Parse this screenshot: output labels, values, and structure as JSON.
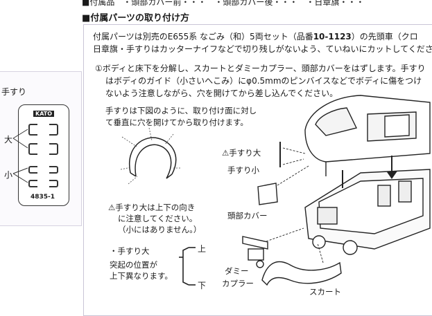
{
  "header": {
    "top_row_fragment": "■付属品　・頭部カバー前・・・　・頭部カバー後・・・　・日章旗・・・",
    "section_title": "■付属パーツの取り付け方"
  },
  "intro": {
    "line1_prefix": "付属パーツは別売のE655系 なごみ（和）5両セット（品番",
    "line1_code": "10-1123",
    "line1_suffix": "）の先頭車（クロ",
    "line2": "日章旗・手すりはカッターナイフなどで切り残しがないよう、ていねいにカットしてくださ"
  },
  "step1": {
    "line1": "①ボディと床下を分解し、スカートとダミーカプラー、頭部カバーをはずします。手すり",
    "line2": "はボディのガイド（小さいへこみ）にφ0.5mmのピンバイスなどでボディに傷をつけ",
    "line3": "ないよう注意しながら、穴を開けてから差し込んでください。"
  },
  "left_panel": {
    "title": "手すり",
    "label_large": "大",
    "label_small": "小",
    "sheet_top_label": "KATO",
    "sheet_code": "4835-1"
  },
  "handrail_note": {
    "line1": "手すりは下図のように、取り付け面に対し",
    "line2": "て垂直に穴を開けてから取り付けます。"
  },
  "warning": {
    "line1": "⚠手すり大は上下の向き",
    "line2": "に注意してください。",
    "line3": "（小にはありません。）"
  },
  "large_rail_note": {
    "heading": "・手すり大",
    "line1": "突起の位置が",
    "line2": "上下異なります。",
    "top_label": "上",
    "bottom_label": "下"
  },
  "diagram_labels": {
    "rail_large": "⚠手すり大",
    "rail_small": "手すり小",
    "head_cover": "頭部カバー",
    "dummy_coupler_1": "ダミー",
    "dummy_coupler_2": "カプラー",
    "skirt": "スカート"
  }
}
